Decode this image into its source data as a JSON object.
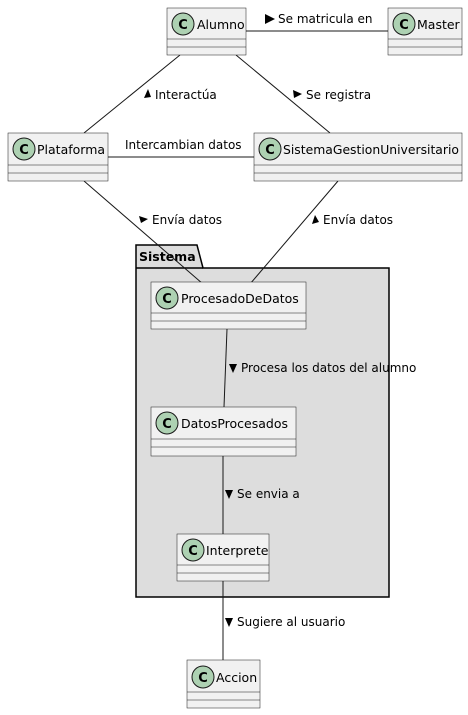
{
  "package": {
    "title": "Sistema"
  },
  "classes": {
    "alumno": {
      "name": "Alumno",
      "stereotype": "C"
    },
    "master": {
      "name": "Master",
      "stereotype": "C"
    },
    "plataforma": {
      "name": "Plataforma",
      "stereotype": "C"
    },
    "sistema_gestion": {
      "name": "SistemaGestionUniversitario",
      "stereotype": "C"
    },
    "procesado": {
      "name": "ProcesadoDeDatos",
      "stereotype": "C"
    },
    "datos_procesados": {
      "name": "DatosProcesados",
      "stereotype": "C"
    },
    "interprete": {
      "name": "Interprete",
      "stereotype": "C"
    },
    "accion": {
      "name": "Accion",
      "stereotype": "C"
    }
  },
  "relations": {
    "se_matricula": "Se matricula en",
    "interactua": "Interactúa",
    "se_registra": "Se registra",
    "intercambian": "Intercambian datos",
    "envia_datos_1": "Envía datos",
    "envia_datos_2": "Envía datos",
    "procesa": "Procesa los datos del alumno",
    "se_envia": "Se envia a",
    "sugiere": "Sugiere al usuario"
  }
}
